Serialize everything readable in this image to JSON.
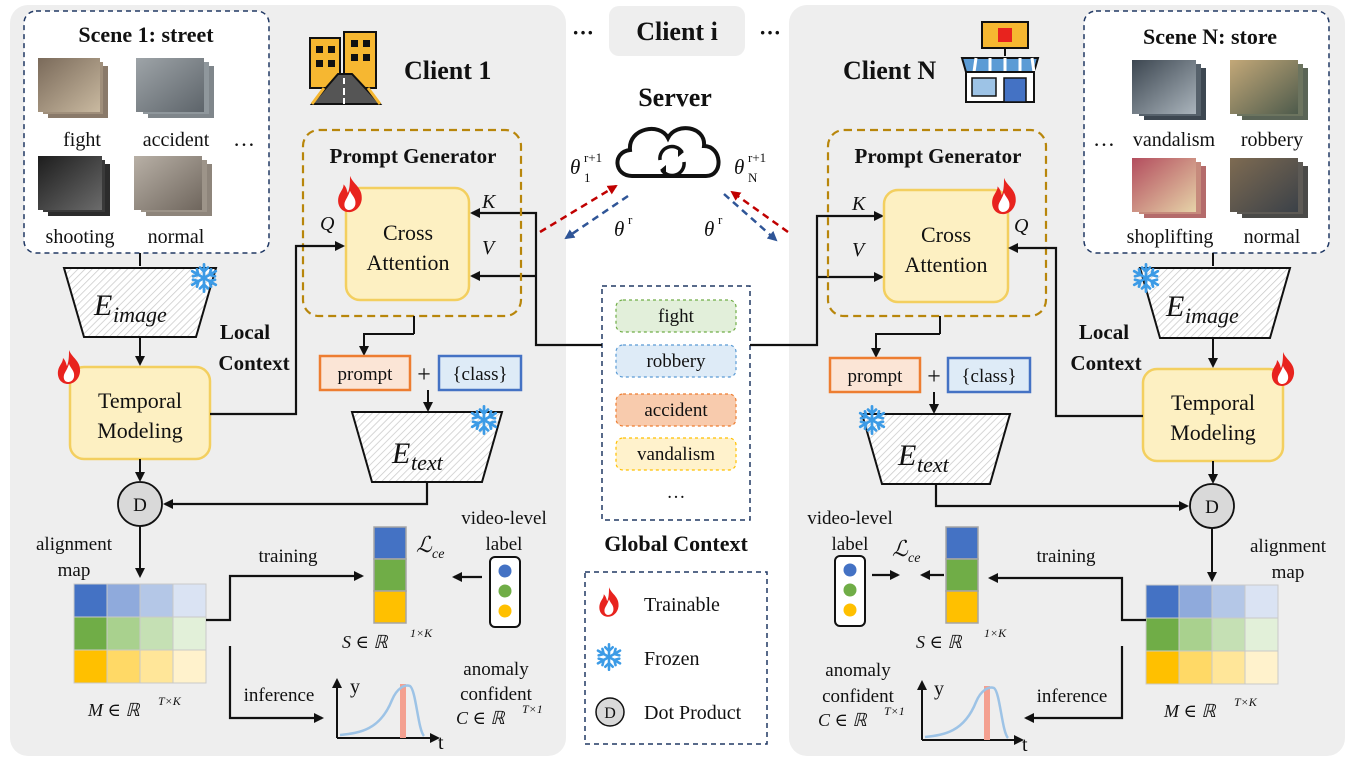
{
  "header": {
    "client_i": "Client i",
    "dots": "···"
  },
  "server": {
    "label": "Server",
    "theta_up_left": "θ",
    "theta_up_right": "θ",
    "sup_left": "r+1",
    "sub_left": "1",
    "sup_right": "r+1",
    "sub_right": "N",
    "theta_down": "θ",
    "sup_down": "r"
  },
  "left_client": {
    "title": "Client 1",
    "scene_title": "Scene 1: street",
    "clips": [
      "fight",
      "accident",
      "shooting",
      "normal"
    ],
    "ellipsis": "…",
    "prompt_gen": "Prompt Generator",
    "cross_attention_1": "Cross",
    "cross_attention_2": "Attention",
    "q": "Q",
    "k": "K",
    "v": "V",
    "image_encoder": "E",
    "image_sub": "image",
    "local_context_1": "Local",
    "local_context_2": "Context",
    "temporal_1": "Temporal",
    "temporal_2": "Modeling",
    "prompt": "prompt",
    "plus": "+",
    "class": "{class}",
    "text_encoder": "E",
    "text_sub": "text",
    "dot": "D",
    "alignment_1": "alignment",
    "alignment_2": "map",
    "training": "training",
    "inference": "inference",
    "loss": "ℒ",
    "loss_sub": "ce",
    "video_label_1": "video-level",
    "video_label_2": "label",
    "s_label": "S ∈ ℝ",
    "s_sup": "1×K",
    "m_label": "M ∈ ℝ",
    "m_sup": "T×K",
    "anomaly_1": "anomaly",
    "anomaly_2": "confident",
    "c_label": "C ∈ ℝ",
    "c_sup": "T×1",
    "axis_y": "y",
    "axis_t": "t"
  },
  "right_client": {
    "title": "Client N",
    "scene_title": "Scene N: store",
    "clips": [
      "vandalism",
      "robbery",
      "shoplifting",
      "normal"
    ],
    "ellipsis": "…",
    "prompt_gen": "Prompt Generator",
    "cross_attention_1": "Cross",
    "cross_attention_2": "Attention",
    "q": "Q",
    "k": "K",
    "v": "V",
    "image_encoder": "E",
    "image_sub": "image",
    "local_context_1": "Local",
    "local_context_2": "Context",
    "temporal_1": "Temporal",
    "temporal_2": "Modeling",
    "prompt": "prompt",
    "plus": "+",
    "class": "{class}",
    "text_encoder": "E",
    "text_sub": "text",
    "dot": "D",
    "alignment_1": "alignment",
    "alignment_2": "map",
    "training": "training",
    "inference": "inference",
    "loss": "ℒ",
    "loss_sub": "ce",
    "video_label_1": "video-level",
    "video_label_2": "label",
    "s_label": "S ∈ ℝ",
    "s_sup": "1×K",
    "m_label": "M ∈ ℝ",
    "m_sup": "T×K",
    "anomaly_1": "anomaly",
    "anomaly_2": "confident",
    "c_label": "C ∈ ℝ",
    "c_sup": "T×1",
    "axis_y": "y",
    "axis_t": "t"
  },
  "global_context": {
    "title": "Global Context",
    "items": [
      "fight",
      "robbery",
      "accident",
      "vandalism"
    ],
    "ellipsis": "…"
  },
  "legend": {
    "trainable": "Trainable",
    "frozen": "Frozen",
    "dot_product": "Dot Product",
    "dot_symbol": "D"
  },
  "colors": {
    "panel": "#eeeeee",
    "yellow_fill": "#fdf0c2",
    "yellow_stroke": "#f3cf5f",
    "gold_dash": "#b8860b",
    "orange": "#ed7d31",
    "blue": "#4472c4",
    "green": "#70ad47",
    "amber": "#ffc000",
    "navy_dash": "#203864",
    "red_arrow": "#c00000",
    "blue_arrow": "#2f5597"
  }
}
